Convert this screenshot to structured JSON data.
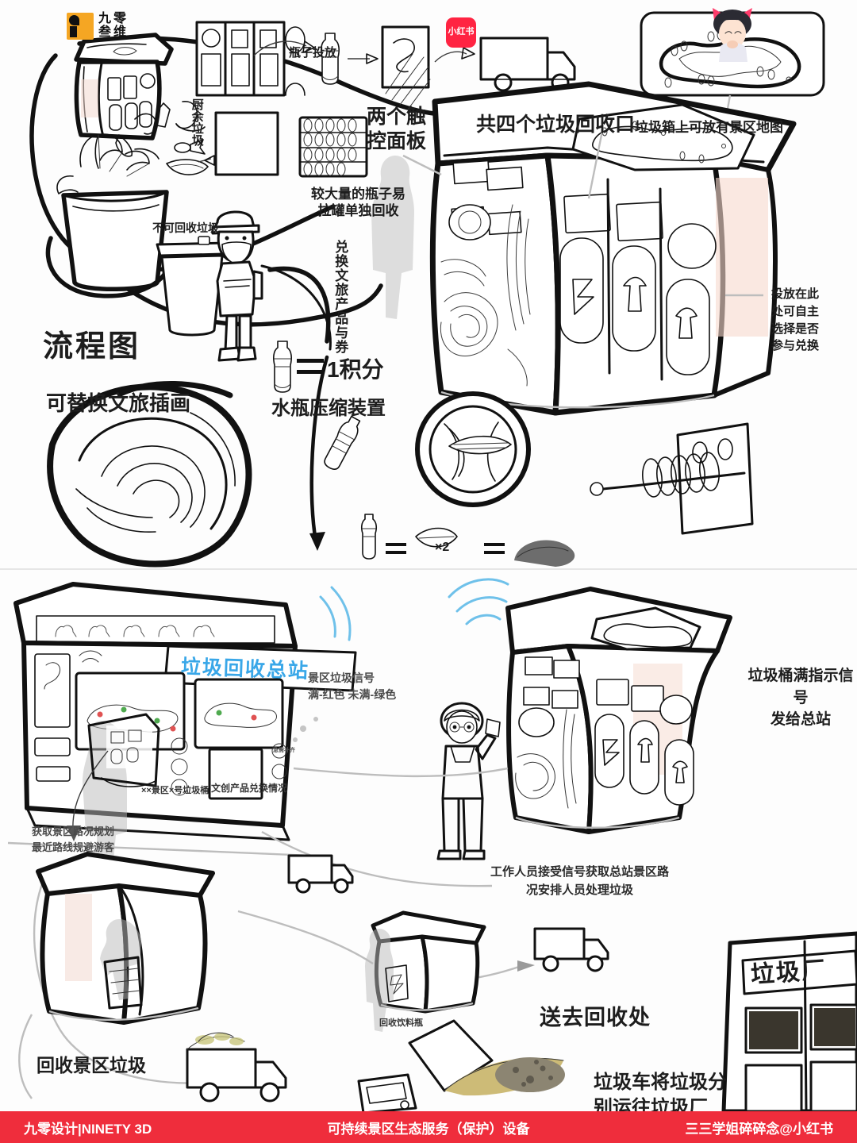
{
  "brand": {
    "logo_line1": "九零",
    "logo_line2": "叁维",
    "badge": "小红书"
  },
  "footer": {
    "left": "九零设计|NINETY 3D",
    "center": "可持续景区生态服务（保护）设备",
    "right": "三三学姐碎碎念@小红书"
  },
  "top_panel": {
    "section_title": "流程图",
    "annotations": [
      {
        "id": "kitchen-waste",
        "text": "厨余垃圾"
      },
      {
        "id": "bottle-drop",
        "text": "瓶子投放"
      },
      {
        "id": "two-touch-panels",
        "text": "两个触\n控面板"
      },
      {
        "id": "four-openings",
        "text": "共四个垃圾回收口"
      },
      {
        "id": "map-on-bin",
        "text": "垃圾箱上可放有景区地图"
      },
      {
        "id": "bulk-cans",
        "text": "较大量的瓶子易\n拉罐单独回收"
      },
      {
        "id": "non-recyclable",
        "text": "不可回收垃圾"
      },
      {
        "id": "exchange-vertical",
        "text": "兑换文旅产品与券"
      },
      {
        "id": "opt-in-exchange",
        "text": "投放在此\n处可自主\n选择是否\n参与兑换"
      },
      {
        "id": "one-point",
        "text": "1积分"
      },
      {
        "id": "equals-sign",
        "text": "="
      },
      {
        "id": "swappable-art",
        "text": "可替换文旅插画"
      },
      {
        "id": "bottle-compressor",
        "text": "水瓶压缩装置"
      },
      {
        "id": "times-two",
        "text": "×2"
      }
    ]
  },
  "bottom_panel": {
    "annotations": [
      {
        "id": "main-station-sign",
        "text": "垃圾回收总站"
      },
      {
        "id": "signal-legend",
        "text": "景区垃圾信号\n满-红色 未满-绿色"
      },
      {
        "id": "full-signal-to-hq",
        "text": "垃圾桶满指示信号\n发给总站"
      },
      {
        "id": "bin-id-caption",
        "text": "××景区×号垃圾桶"
      },
      {
        "id": "exchange-status",
        "text": "文创产品兑换情况"
      },
      {
        "id": "stock-alert",
        "text": "急需补齐"
      },
      {
        "id": "route-planning",
        "text": "获取景区路况规划\n最近路线规避游客"
      },
      {
        "id": "staff-dispatch",
        "text": "工作人员接受信号获取总站景区路\n况安排人员处理垃圾"
      },
      {
        "id": "collect-scenic",
        "text": "回收景区垃圾"
      },
      {
        "id": "collect-bottles",
        "text": "回收饮料瓶"
      },
      {
        "id": "send-to-recycle",
        "text": "送去回收处"
      },
      {
        "id": "truck-sorting",
        "text": "垃圾车将垃圾分\n别运往垃圾厂"
      },
      {
        "id": "waste-plant-sign",
        "text": "垃圾厂"
      }
    ]
  },
  "colors": {
    "accent_red": "#ef2d3c",
    "brand_orange": "#f5a623",
    "sign_blue": "#39a7e8",
    "status_full": "#e8908f",
    "status_ok": "#8fd18c",
    "status_warn": "#e9c08a"
  }
}
